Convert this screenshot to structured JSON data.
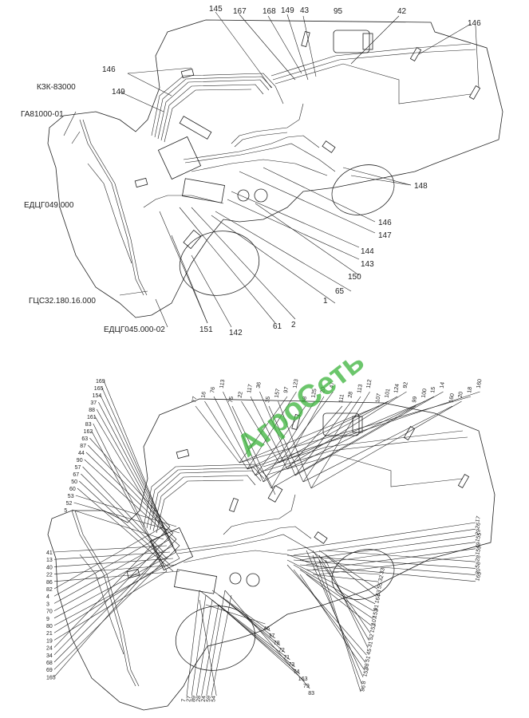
{
  "upper": {
    "labels": [
      "145",
      "167",
      "168",
      "149",
      "43",
      "95",
      "42",
      "146",
      "146",
      "КЗК-83000",
      "149",
      "ГА81000-01",
      "148",
      "ЕДЦГ049.000",
      "146",
      "147",
      "144",
      "143",
      "150",
      "65",
      "ГЦС32.180.16.000",
      "ЕДЦГ045.000-02",
      "151",
      "142",
      "61",
      "2",
      "1"
    ]
  },
  "lower": {
    "labels_left": [
      "169",
      "165",
      "154",
      "37",
      "88",
      "161",
      "83",
      "162",
      "63",
      "87",
      "44",
      "90",
      "57",
      "67",
      "50",
      "60",
      "53",
      "52",
      "5",
      "41",
      "13",
      "40",
      "22",
      "86",
      "82",
      "4",
      "3",
      "70",
      "9",
      "80",
      "21",
      "19",
      "24",
      "34",
      "68",
      "69",
      "165"
    ],
    "labels_top": [
      "77",
      "16",
      "76",
      "113",
      "75",
      "22",
      "117",
      "36",
      "35",
      "157",
      "97",
      "123",
      "98",
      "125",
      "20",
      "47",
      "111",
      "28",
      "113",
      "112",
      "107",
      "101",
      "124",
      "92",
      "99",
      "100",
      "15",
      "14",
      "160",
      "20",
      "18",
      "160"
    ],
    "labels_right": [
      "17",
      "26",
      "29",
      "155",
      "49",
      "159",
      "28",
      "58",
      "30",
      "165",
      "33",
      "32",
      "55",
      "53",
      "164",
      "91",
      "153",
      "107",
      "152",
      "52",
      "31",
      "45",
      "51",
      "38",
      "152",
      "8",
      "96"
    ],
    "labels_bottom": [
      "7",
      "27",
      "89",
      "28",
      "24",
      "59",
      "54",
      "46",
      "37",
      "78",
      "72",
      "71",
      "73",
      "74",
      "163",
      "79",
      "83"
    ]
  },
  "watermark": "АгроСеть"
}
